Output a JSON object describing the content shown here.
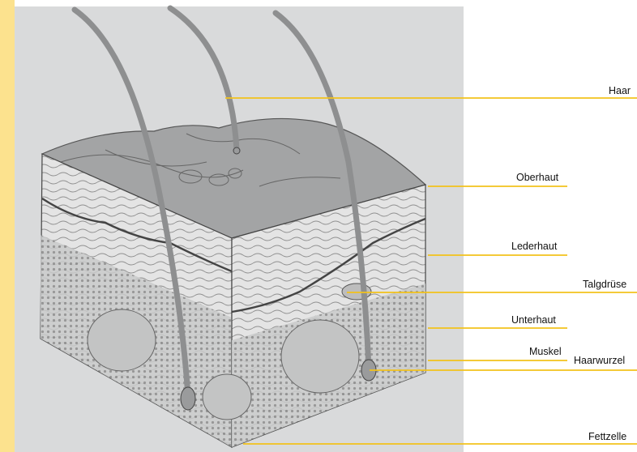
{
  "figure": {
    "labels": {
      "haar": "Haar",
      "oberhaut": "Oberhaut",
      "lederhaut": "Lederhaut",
      "talgdruese": "Talgdrüse",
      "unterhaut": "Unterhaut",
      "muskel": "Muskel",
      "haarwurzel": "Haarwurzel",
      "fettzelle": "Fettzelle"
    },
    "colors": {
      "accent_stripe": "#fce28e",
      "leader_line": "#f2c21b",
      "panel_background": "#d9dadb"
    }
  }
}
